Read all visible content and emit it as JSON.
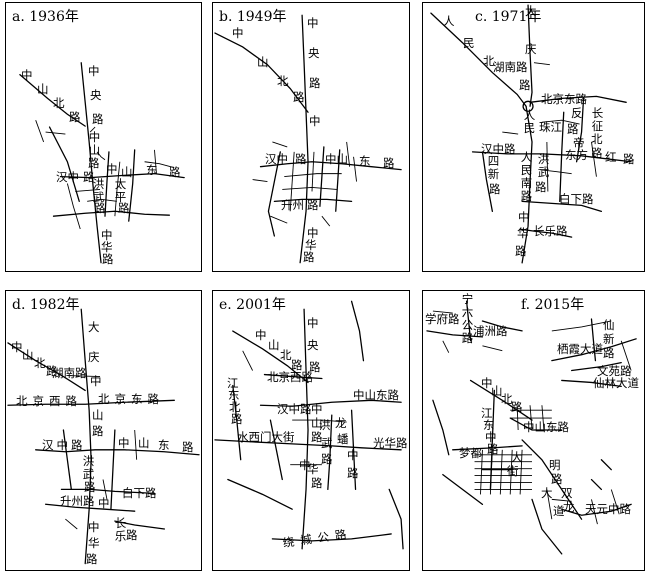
{
  "panels": [
    {
      "title": "a. 1936年",
      "labels": [
        "中",
        "山",
        "北",
        "路",
        "中",
        "央",
        "路",
        "中山",
        "路",
        "汉中",
        "路",
        "中",
        "山",
        "东",
        "路",
        "洪武",
        "路",
        "太平",
        "路",
        "中",
        "华",
        "路"
      ]
    },
    {
      "title": "b. 1949年",
      "labels": [
        "中",
        "山",
        "北",
        "路",
        "中",
        "央",
        "路",
        "中",
        "汉中",
        "路",
        "中山",
        "东",
        "路",
        "升州",
        "路",
        "中",
        "华",
        "路"
      ]
    },
    {
      "title": "c. 1971年",
      "labels": [
        "人",
        "民",
        "北",
        "大",
        "庆",
        "湖南路",
        "路",
        "北京东路",
        "人民",
        "反",
        "帝",
        "长征",
        "北",
        "路",
        "珠江",
        "路",
        "汉中路",
        "东方",
        "红",
        "路",
        "人民南路",
        "洪武",
        "路",
        "白下路",
        "四新",
        "路",
        "中",
        "华",
        "路",
        "长乐路"
      ]
    },
    {
      "title": "d. 1982年",
      "labels": [
        "中",
        "山",
        "北",
        "路",
        "大",
        "庆",
        "湖南路",
        "北京西路",
        "北京东路",
        "中",
        "山",
        "路",
        "汉中路",
        "中",
        "山",
        "东",
        "路",
        "洪武",
        "路",
        "中",
        "白下路",
        "升州路",
        "长乐",
        "路",
        "中",
        "华",
        "路"
      ]
    },
    {
      "title": "e. 2001年",
      "labels": [
        "中",
        "山",
        "北",
        "路",
        "中",
        "央",
        "路",
        "北京西路",
        "江",
        "东",
        "北",
        "路",
        "汉中路",
        "中",
        "山",
        "路",
        "中山东路",
        "龙",
        "蟠",
        "中",
        "路",
        "水西门大街",
        "洪",
        "武",
        "路",
        "光华路",
        "中",
        "华",
        "路",
        "绕城公路"
      ]
    },
    {
      "title": "f. 2015年",
      "labels": [
        "宁六公路",
        "学府路",
        "浦洲路",
        "仙",
        "新",
        "路",
        "栖霞大道",
        "文苑路",
        "仙林大道",
        "中",
        "山",
        "北",
        "路",
        "江",
        "东",
        "中",
        "路",
        "中山东路",
        "梦都",
        "大",
        "街",
        "明",
        "路",
        "双",
        "龙",
        "大",
        "道",
        "天元中路"
      ]
    }
  ]
}
